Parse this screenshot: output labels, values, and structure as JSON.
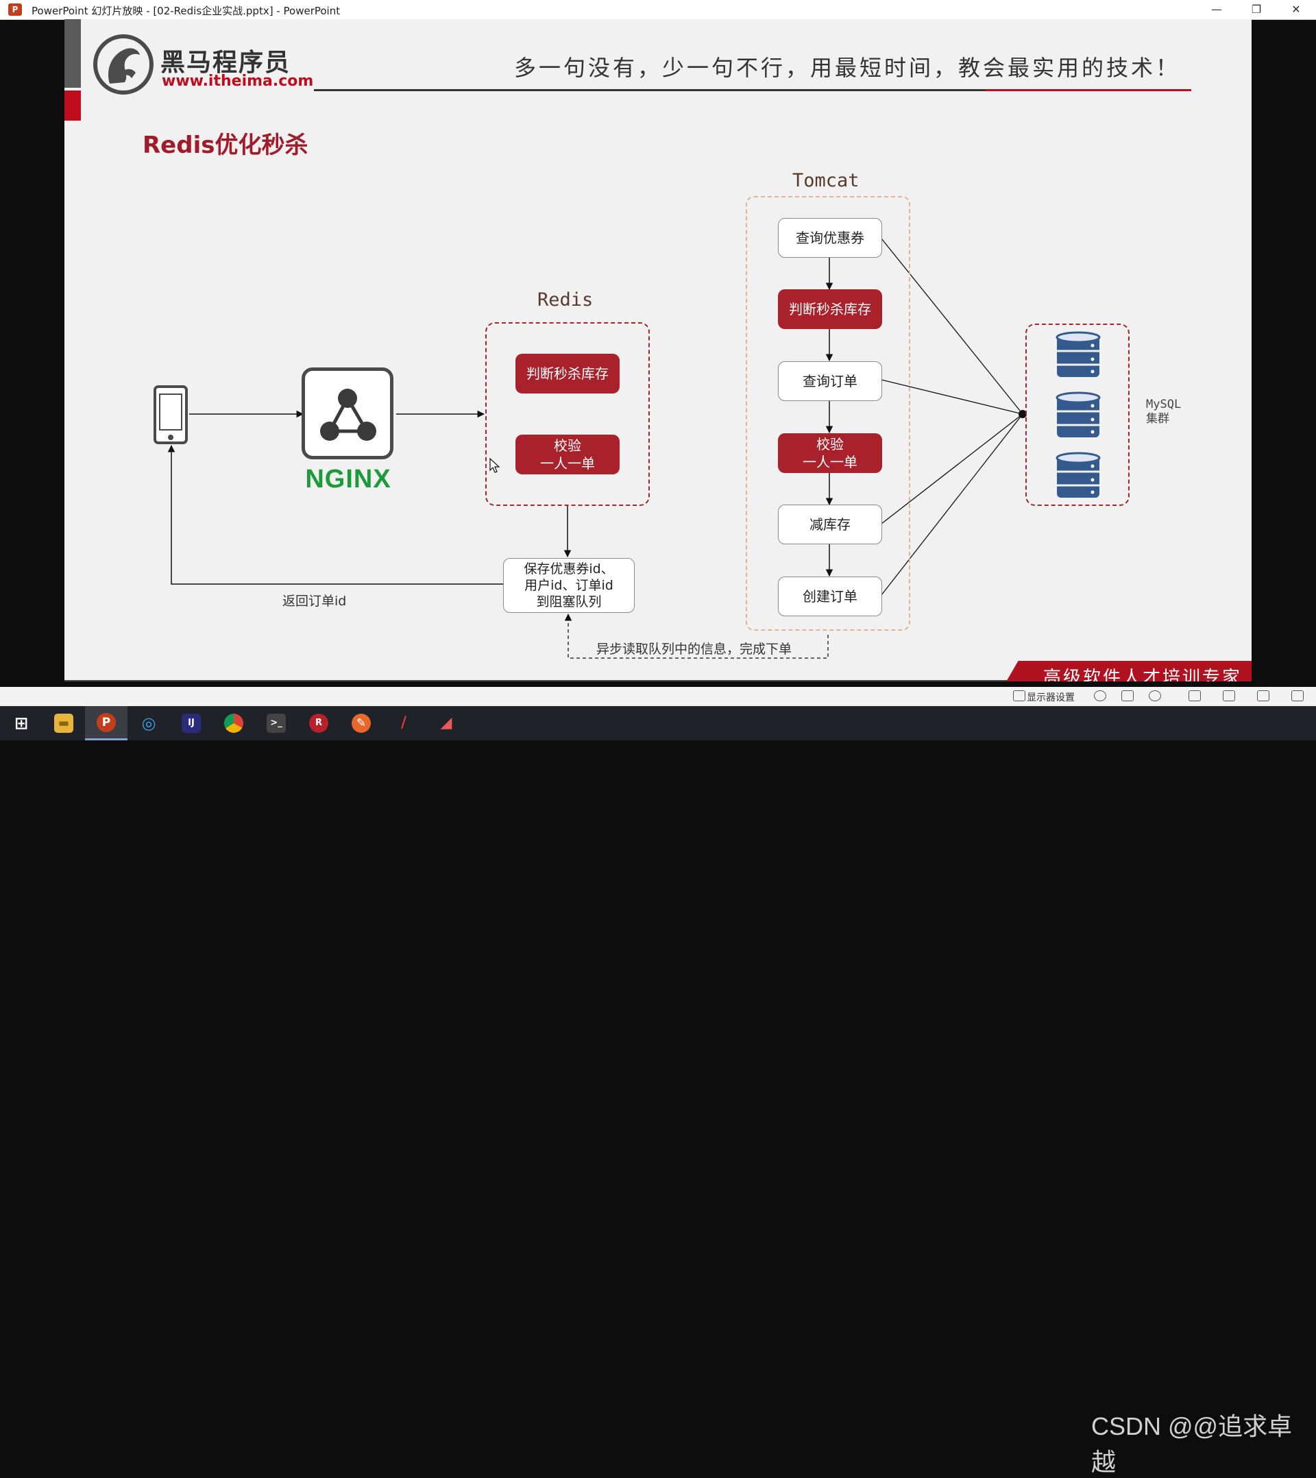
{
  "window": {
    "title": "PowerPoint 幻灯片放映 - [02-Redis企业实战.pptx] - PowerPoint",
    "minimize": "—",
    "restore": "❐",
    "close": "✕"
  },
  "slide": {
    "brand_name": "黑马程序员",
    "brand_url": "www.itheima.com",
    "slogan": "多一句没有，少一句不行，用最短时间，教会最实用的技术！",
    "title": "Redis优化秒杀",
    "banner": "高级软件人才培训专家",
    "accent_color": "#a8212b",
    "diagram": {
      "nginx_label": "NGINX",
      "redis": {
        "label": "Redis",
        "items": [
          "判断秒杀库存",
          "校验\n一人一单"
        ]
      },
      "queue_box": "保存优惠券id、\n用户id、订单id\n到阻塞队列",
      "return_label": "返回订单id",
      "async_label": "异步读取队列中的信息，完成下单",
      "tomcat": {
        "label": "Tomcat",
        "steps": [
          {
            "text": "查询优惠券",
            "style": "white"
          },
          {
            "text": "判断秒杀库存",
            "style": "red"
          },
          {
            "text": "查询订单",
            "style": "white"
          },
          {
            "text": "校验\n一人一单",
            "style": "red"
          },
          {
            "text": "减库存",
            "style": "white"
          },
          {
            "text": "创建订单",
            "style": "white"
          }
        ]
      },
      "mysql_label": "MySQL\n集群"
    }
  },
  "statusbar": {
    "display_settings": "显示器设置"
  },
  "taskbar": {
    "items": [
      {
        "name": "start",
        "glyph": "⊞",
        "color": "#ffffff"
      },
      {
        "name": "file-explorer",
        "glyph": "▬",
        "color": "#e8b43a"
      },
      {
        "name": "powerpoint",
        "glyph": "P",
        "color": "#c43e1c"
      },
      {
        "name": "browser-edge",
        "glyph": "◎",
        "color": "#3aa0e8"
      },
      {
        "name": "intellij",
        "glyph": "IJ",
        "color": "#2a2a7a"
      },
      {
        "name": "chrome",
        "glyph": "●",
        "color": "#e6b12a"
      },
      {
        "name": "terminal",
        "glyph": ">_",
        "color": "#444444"
      },
      {
        "name": "redis-desktop",
        "glyph": "R",
        "color": "#b8202a"
      },
      {
        "name": "postman",
        "glyph": "✎",
        "color": "#e8682a"
      },
      {
        "name": "pen-tool",
        "glyph": "/",
        "color": "#d83a3a"
      },
      {
        "name": "screen-tool",
        "glyph": "◢",
        "color": "#e85a5a"
      }
    ]
  },
  "watermark": "CSDN @@追求卓越"
}
